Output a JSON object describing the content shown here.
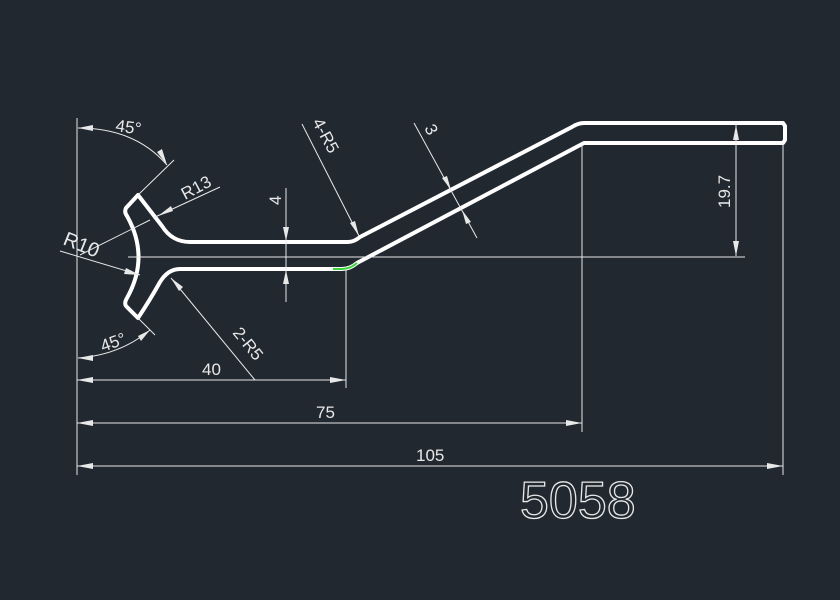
{
  "drawing": {
    "part_number": "5058",
    "dimensions": {
      "angle_top": "45°",
      "angle_bottom": "45°",
      "radius_outer": "R13",
      "radius_inner": "R10",
      "bend_radius_4": "4-R5",
      "bend_radius_2": "2-R5",
      "thickness_web": "4",
      "thickness_arm": "3",
      "height": "19.7",
      "length_40": "40",
      "length_75": "75",
      "length_105": "105"
    },
    "colors": {
      "background": "#212830",
      "lines": "#ffffff",
      "highlight": "#39d43a"
    }
  }
}
